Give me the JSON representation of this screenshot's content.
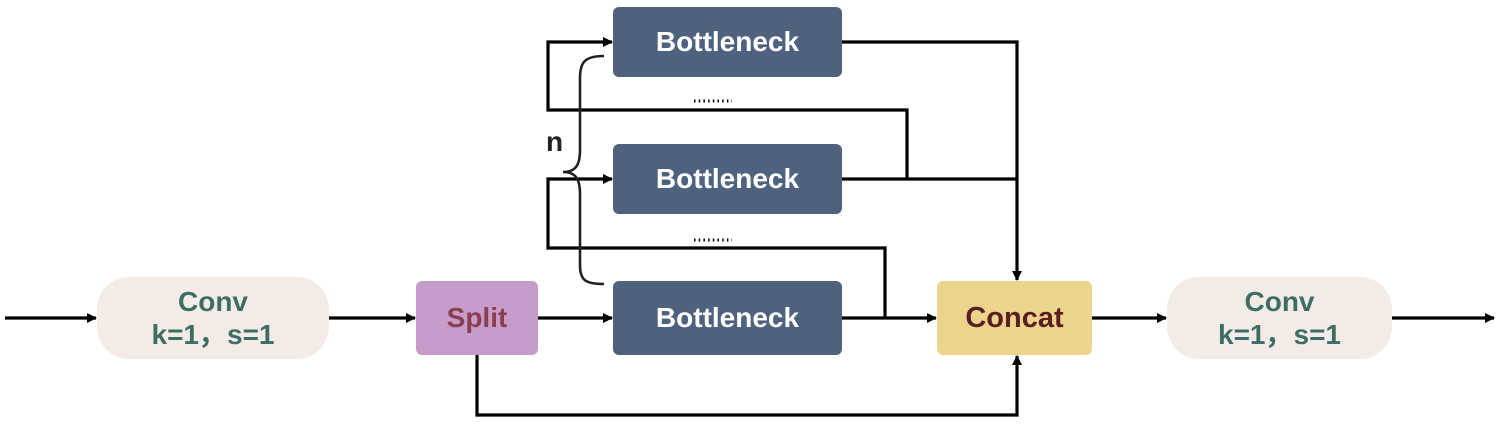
{
  "nodes": {
    "conv_in": {
      "title": "Conv",
      "params": "k=1，s=1"
    },
    "split": {
      "label": "Split"
    },
    "bottleneck_top": {
      "label": "Bottleneck"
    },
    "bottleneck_mid": {
      "label": "Bottleneck"
    },
    "bottleneck_bot": {
      "label": "Bottleneck"
    },
    "concat": {
      "label": "Concat"
    },
    "conv_out": {
      "title": "Conv",
      "params": "k=1，s=1"
    }
  },
  "repeat_label": "n",
  "colors": {
    "conv_fill": "#f5ebe6",
    "conv_text": "#3d6e65",
    "split_fill": "#c79ccb",
    "split_text": "#8a3f50",
    "bottleneck_fill": "#4e6280",
    "bottleneck_text": "#ffffff",
    "concat_fill": "#ecd48a",
    "concat_text": "#5a1d22",
    "wire": "#000000"
  },
  "icons": {
    "arrows": "arrowhead-icon",
    "brace": "curly-brace-icon",
    "ellipsis": "dotted-ellipsis-icon"
  }
}
